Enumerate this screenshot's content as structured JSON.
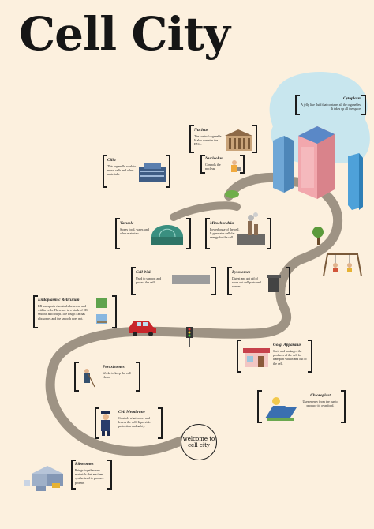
{
  "title": "Cell City",
  "welcome": "welcome to cell city",
  "cards": {
    "cytoplasm": {
      "heading": "Cytoplasm",
      "body": "A jelly like fluid that contains all the organelles. It takes up all the space."
    },
    "nucleus": {
      "heading": "Nucleus",
      "body": "The control organelle. It also contains the DNA."
    },
    "nucleolus": {
      "heading": "Nucleolus",
      "body": "Controls the nucleus."
    },
    "cilia": {
      "heading": "Cilia",
      "body": "This organelle work to move cells and other materials."
    },
    "vacuole": {
      "heading": "Vacuole",
      "body": "Stores food, water, and other materials."
    },
    "mitochondria": {
      "heading": "Mitochondria",
      "body": "Powerhouse of the cell. It generates cellular energy for the cell."
    },
    "cell_wall": {
      "heading": "Cell Wall",
      "body": "Used to support and protect the cell."
    },
    "lysosomes": {
      "heading": "Lysosomes",
      "body": "Digest and get rid of worn out cell parts and wastes."
    },
    "er": {
      "heading": "Endoplasmic Reticulum",
      "body": "ER transports chemicals between, and within cells. There are two kinds of ER: smooth and rough. The rough ER has ribosomes and the smooth does not."
    },
    "golgi": {
      "heading": "Golgi Apparatus",
      "body": "Sorts and packages the products of the cell for transport within and out of the cell."
    },
    "peroxisomes": {
      "heading": "Peroxisomes",
      "body": "Works to keep the cell clean."
    },
    "chloroplast": {
      "heading": "Chloroplast",
      "body": "Uses energy from the sun to produce its own food."
    },
    "cell_membrane": {
      "heading": "Cell Membrane",
      "body": "Controls what enters and leaves the cell. It provides protection and safety."
    },
    "ribosomes": {
      "heading": "Ribosomes",
      "body": "Brings together raw materials that are then synthesized to produce protein."
    }
  },
  "colors": {
    "background": "#fcf0de",
    "road": "#9e9384",
    "cloud": "#c8e6ee"
  },
  "icons": [
    "skyscrapers-icon",
    "museum-icon",
    "worker-icon",
    "stadium-icon",
    "greenhouse-icon",
    "factory-icon",
    "road-slab-icon",
    "trash-can-icon",
    "bridge-sign-icon",
    "shop-icon",
    "sweeper-icon",
    "solar-panel-icon",
    "police-officer-icon",
    "warehouse-icon",
    "red-car-icon",
    "traffic-light-icon",
    "tree-icon",
    "swing-set-icon",
    "bush-icon"
  ]
}
